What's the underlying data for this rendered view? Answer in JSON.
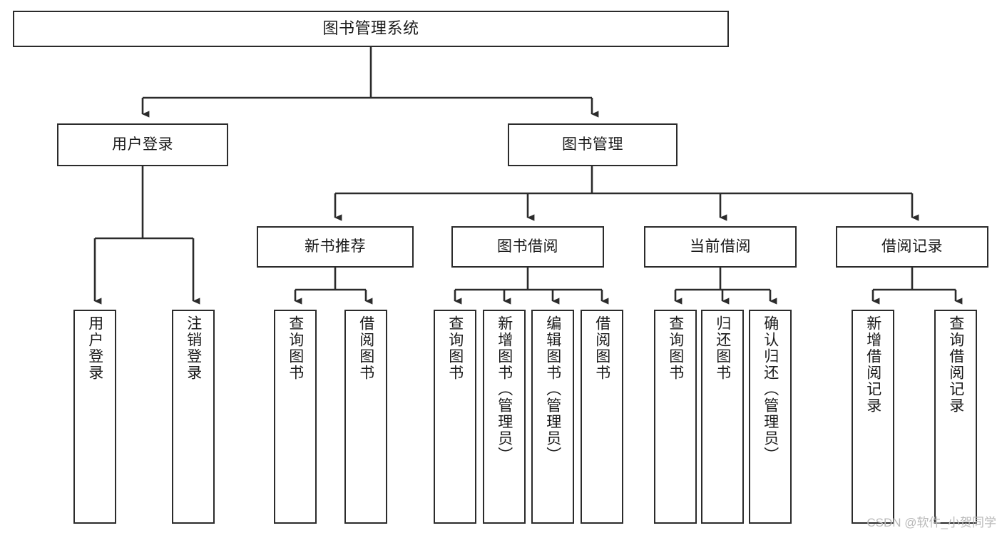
{
  "diagram": {
    "title": "图书管理系统",
    "type": "tree",
    "colors": {
      "background": "#ffffff",
      "stroke": "#2b2b2b",
      "text": "#1a1a1a",
      "watermark": "#b9b9b9"
    },
    "root": {
      "label": "图书管理系统"
    },
    "level2": [
      {
        "label": "用户登录"
      },
      {
        "label": "图书管理"
      }
    ],
    "level3": [
      {
        "label": "新书推荐"
      },
      {
        "label": "图书借阅"
      },
      {
        "label": "当前借阅"
      },
      {
        "label": "借阅记录"
      }
    ],
    "leaves": [
      {
        "label": "用户登录",
        "parent": "用户登录"
      },
      {
        "label": "注销登录",
        "parent": "用户登录"
      },
      {
        "label": "查询图书",
        "parent": "新书推荐"
      },
      {
        "label": "借阅图书",
        "parent": "新书推荐"
      },
      {
        "label": "查询图书",
        "parent": "图书借阅"
      },
      {
        "label": "新增图书（管理员）",
        "parent": "图书借阅"
      },
      {
        "label": "编辑图书（管理员）",
        "parent": "图书借阅"
      },
      {
        "label": "借阅图书",
        "parent": "图书借阅"
      },
      {
        "label": "查询图书",
        "parent": "当前借阅"
      },
      {
        "label": "归还图书",
        "parent": "当前借阅"
      },
      {
        "label": "确认归还（管理员）",
        "parent": "当前借阅"
      },
      {
        "label": "新增借阅记录",
        "parent": "借阅记录"
      },
      {
        "label": "查询借阅记录",
        "parent": "借阅记录"
      }
    ],
    "watermark": "CSDN @软件_小贺同学"
  }
}
